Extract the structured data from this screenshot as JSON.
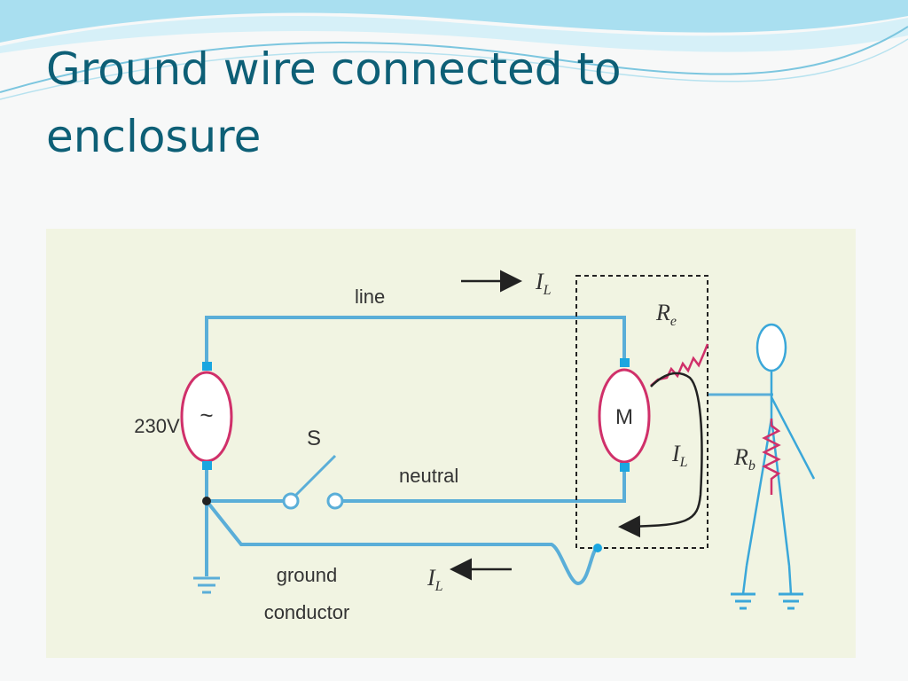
{
  "slide": {
    "title": "Ground wire connected to enclosure"
  },
  "diagram": {
    "line_label": "line",
    "neutral_label": "neutral",
    "source_label": "230V",
    "source_symbol": "~",
    "switch_label": "S",
    "motor_label": "M",
    "ground_conductor_line1": "ground",
    "ground_conductor_line2": "conductor",
    "current": {
      "symbol": "I",
      "subscript": "L"
    },
    "enclosure_resistance": {
      "symbol": "R",
      "subscript": "e"
    },
    "body_resistance": {
      "symbol": "R",
      "subscript": "b"
    },
    "colors": {
      "wire": "#5aaed8",
      "terminal": "#1aa6e0",
      "source_border": "#d0306a",
      "resistor": "#d0306a",
      "person": "#3aa7d9",
      "title": "#0d5f76"
    }
  }
}
